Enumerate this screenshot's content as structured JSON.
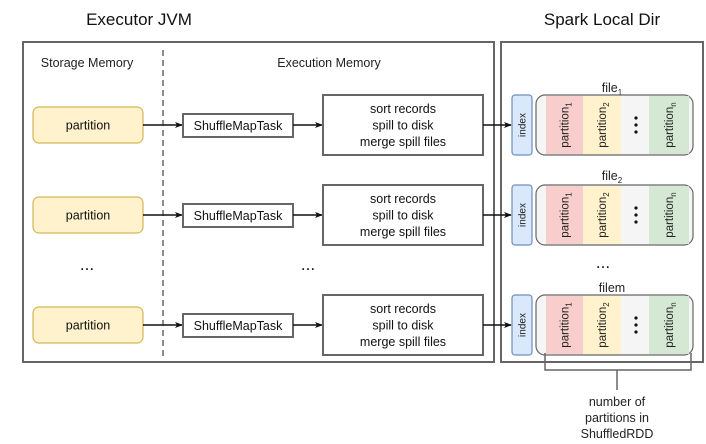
{
  "executor": {
    "title": "Executor JVM",
    "storage_label": "Storage Memory",
    "execution_label": "Execution Memory",
    "ellipsis": "...",
    "rows": [
      {
        "partition": "partition",
        "task": "ShuffleMapTask",
        "steps": [
          "sort records",
          "spill to disk",
          "merge spill files"
        ]
      },
      {
        "partition": "partition",
        "task": "ShuffleMapTask",
        "steps": [
          "sort records",
          "spill to disk",
          "merge spill files"
        ]
      },
      {
        "partition": "partition",
        "task": "ShuffleMapTask",
        "steps": [
          "sort records",
          "spill to disk",
          "merge spill files"
        ]
      }
    ]
  },
  "local_dir": {
    "title": "Spark Local Dir",
    "ellipsis": "...",
    "files": [
      {
        "name": "file",
        "sub": "1",
        "index": "index",
        "partitions": [
          {
            "name": "partition",
            "sub": "1"
          },
          {
            "name": "partition",
            "sub": "2"
          },
          {
            "name": "partition",
            "sub": "n"
          }
        ],
        "dots": "..."
      },
      {
        "name": "file",
        "sub": "2",
        "index": "index",
        "partitions": [
          {
            "name": "partition",
            "sub": "1"
          },
          {
            "name": "partition",
            "sub": "2"
          },
          {
            "name": "partition",
            "sub": "n"
          }
        ],
        "dots": "..."
      },
      {
        "name": "file",
        "sub": "m",
        "index": "index",
        "partitions": [
          {
            "name": "partition",
            "sub": "1"
          },
          {
            "name": "partition",
            "sub": "2"
          },
          {
            "name": "partition",
            "sub": "n"
          }
        ],
        "dots": "..."
      }
    ],
    "brace_caption": [
      "number of",
      "partitions in",
      "ShuffledRDD"
    ]
  },
  "colors": {
    "partition_fill": "#fff2cc",
    "partition_stroke": "#d6b656",
    "index_fill": "#dae8fc",
    "index_stroke": "#6c8ebf",
    "p1_fill": "#f8cecc",
    "p2_fill": "#fff2cc",
    "pn_fill": "#d5e8d4",
    "file_fill": "#f5f5f5",
    "box_stroke": "#666666"
  }
}
